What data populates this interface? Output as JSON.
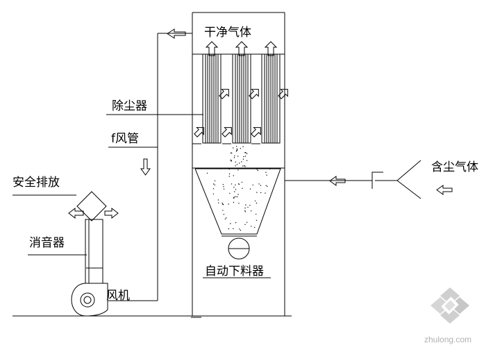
{
  "labels": {
    "clean_gas": "干净气体",
    "dust_collector": "除尘器",
    "air_duct": "f风管",
    "safety_discharge": "安全排放",
    "silencer": "消音器",
    "auto_discharger": "自动下料器",
    "fan": "风机",
    "dusty_gas": "含尘气体"
  },
  "watermark": "zhulong.com",
  "colors": {
    "line": "#000000",
    "watermark": "#b0b0b0",
    "background": "#ffffff"
  }
}
